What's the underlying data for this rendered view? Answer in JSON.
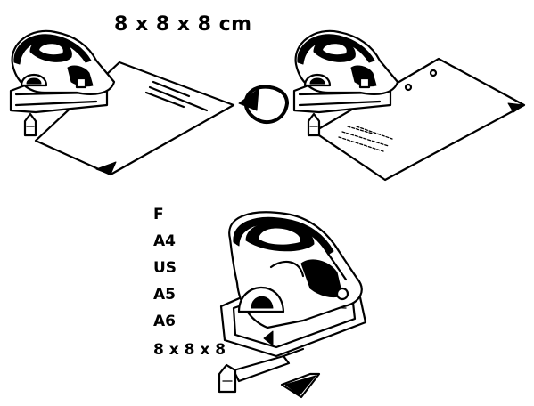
{
  "title": "8 x 8 x 8 cm",
  "paper_formats": [
    "F",
    "A4",
    "US",
    "A5",
    "A6",
    "8 x 8 x 8"
  ],
  "icons": {
    "punch": "hole-punch-icon",
    "rotate": "rotate-arrow-icon",
    "corner": "paper-corner-marker-icon"
  },
  "colors": {
    "ink": "#000000",
    "paper": "#ffffff"
  }
}
